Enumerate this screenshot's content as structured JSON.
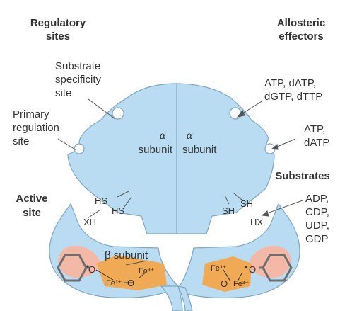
{
  "headers": {
    "regulatory_sites": [
      "Regulatory",
      "sites"
    ],
    "allosteric_effectors": [
      "Allosteric",
      "effectors"
    ],
    "substrates": "Substrates",
    "active_site": [
      "Active",
      "site"
    ]
  },
  "labels": {
    "substrate_specificity_site": [
      "Substrate",
      "specificity",
      "site"
    ],
    "primary_regulation_site": [
      "Primary",
      "regulation",
      "site"
    ],
    "effector_specificity": [
      "ATP, dATP,",
      "dGTP,  dTTP"
    ],
    "effector_primary": [
      "ATP,",
      "dATP"
    ],
    "substrates_list": [
      "ADP,",
      "CDP,",
      "UDP,",
      "GDP"
    ]
  },
  "subunits": {
    "alpha_symbol": "α",
    "alpha_left": "subunit",
    "alpha_right": "subunit",
    "beta": "β subunit"
  },
  "groups": {
    "hs_left_1": "HS",
    "hs_left_2": "HS",
    "xh": "XH",
    "sh_right_1": "SH",
    "sh_right_2": "SH",
    "hx": "HX"
  },
  "iron_center": {
    "left": {
      "o_radical": "O",
      "fe_a": "Fe³⁺",
      "fe_b": "Fe³⁺",
      "o_bridge": "O"
    },
    "right": {
      "fe_a": "Fe³⁺",
      "o_radical": "O",
      "o_bridge": "O",
      "fe_b": "Fe³⁺"
    }
  },
  "colors": {
    "alpha_fill": "#b9dcf2",
    "beta_fill": "#b9dcf2",
    "outline": "#7fa6c2",
    "pink_region": "#f4b8a6",
    "orange_region": "#f0aa55",
    "tyrosine": "#6e6e6e"
  }
}
